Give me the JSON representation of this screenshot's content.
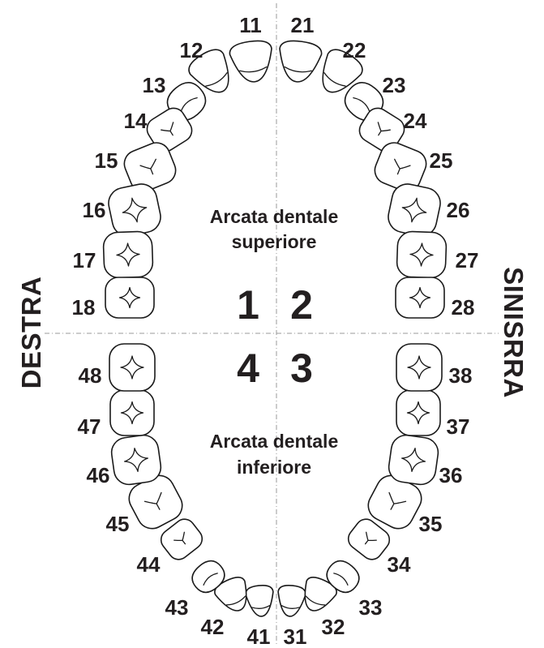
{
  "labels": {
    "upper_arch_line1": "Arcata dentale",
    "upper_arch_line2": "superiore",
    "lower_arch_line1": "Arcata dentale",
    "lower_arch_line2": "inferiore",
    "side_left": "DESTRA",
    "side_right": "SINISRRA"
  },
  "quadrants": [
    "1",
    "2",
    "3",
    "4"
  ],
  "teeth": [
    {
      "n": "11",
      "kind": "incisor"
    },
    {
      "n": "12",
      "kind": "incisor"
    },
    {
      "n": "13",
      "kind": "canine"
    },
    {
      "n": "14",
      "kind": "premolar"
    },
    {
      "n": "15",
      "kind": "premolar"
    },
    {
      "n": "16",
      "kind": "molar"
    },
    {
      "n": "17",
      "kind": "molar"
    },
    {
      "n": "18",
      "kind": "molar"
    },
    {
      "n": "21",
      "kind": "incisor"
    },
    {
      "n": "22",
      "kind": "incisor"
    },
    {
      "n": "23",
      "kind": "canine"
    },
    {
      "n": "24",
      "kind": "premolar"
    },
    {
      "n": "25",
      "kind": "premolar"
    },
    {
      "n": "26",
      "kind": "molar"
    },
    {
      "n": "27",
      "kind": "molar"
    },
    {
      "n": "28",
      "kind": "molar"
    },
    {
      "n": "31",
      "kind": "incisor"
    },
    {
      "n": "32",
      "kind": "incisor"
    },
    {
      "n": "33",
      "kind": "canine"
    },
    {
      "n": "34",
      "kind": "premolar"
    },
    {
      "n": "35",
      "kind": "premolar"
    },
    {
      "n": "36",
      "kind": "molar"
    },
    {
      "n": "37",
      "kind": "molar"
    },
    {
      "n": "38",
      "kind": "molar"
    },
    {
      "n": "41",
      "kind": "incisor"
    },
    {
      "n": "42",
      "kind": "incisor"
    },
    {
      "n": "43",
      "kind": "canine"
    },
    {
      "n": "44",
      "kind": "premolar"
    },
    {
      "n": "45",
      "kind": "premolar"
    },
    {
      "n": "46",
      "kind": "molar"
    },
    {
      "n": "47",
      "kind": "molar"
    },
    {
      "n": "48",
      "kind": "molar"
    }
  ],
  "colors": {
    "ink": "#231f20",
    "tooth_fill": "#ffffff",
    "midline": "#9a9a9a"
  }
}
